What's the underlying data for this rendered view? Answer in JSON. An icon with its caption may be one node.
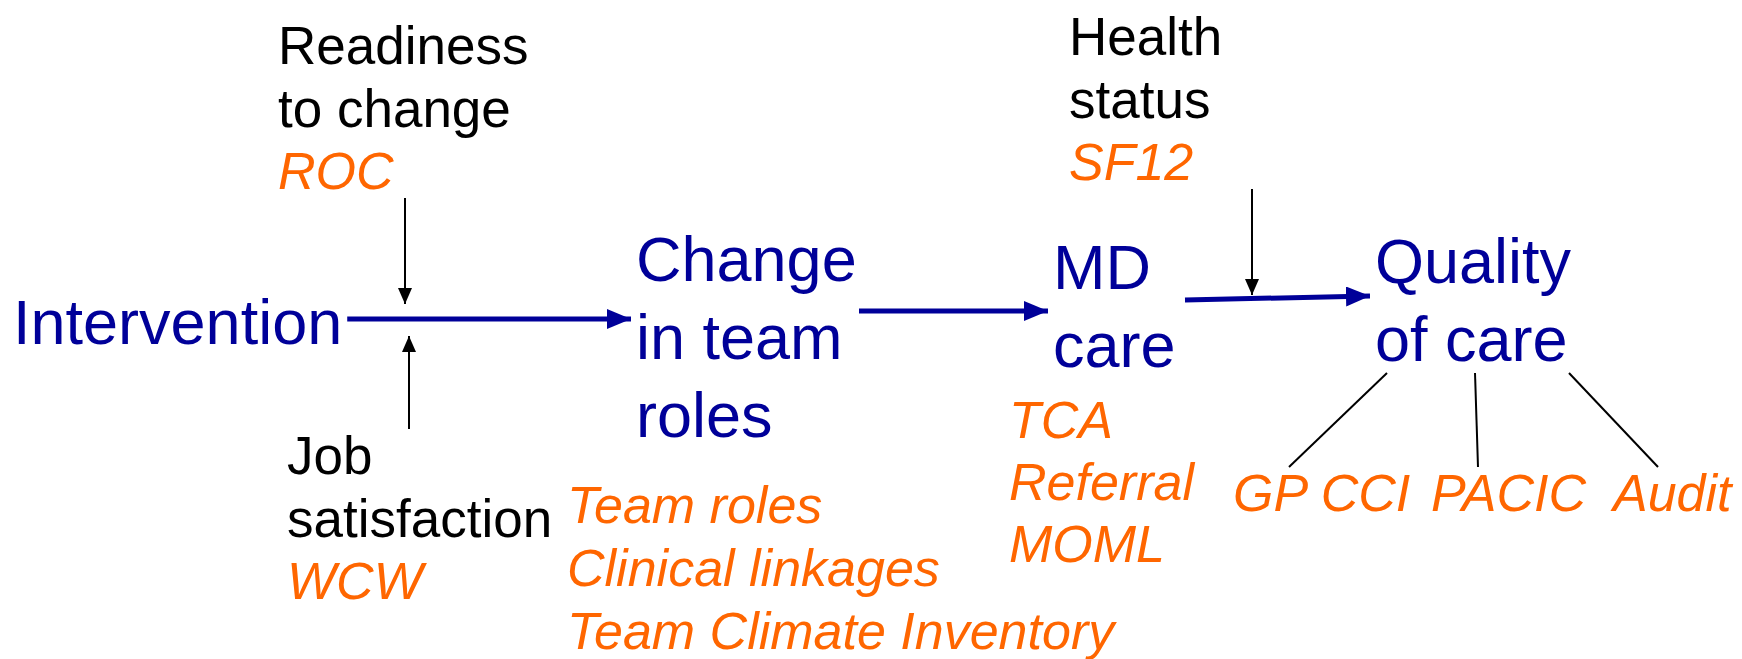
{
  "diagram": {
    "nodes": [
      {
        "text": [
          "Readiness to change",
          "ROC"
        ]
      },
      {
        "text": [
          "Intervention"
        ]
      },
      {
        "text": [
          "Change in team roles"
        ],
        "beside": [
          "Team roles",
          "Clinical linkages",
          "Team Climate Inventory"
        ]
      },
      {
        "text": [
          "MD care"
        ],
        "beside": [
          "TCA",
          "Referral",
          "MOML"
        ]
      },
      {
        "text": [
          "Job satisfaction",
          "WCW"
        ]
      },
      {
        "text": [
          "Health status",
          "SF12"
        ]
      },
      {
        "text": [
          "Quality of care"
        ]
      },
      {
        "text": [
          "GP CCI"
        ]
      },
      {
        "text": [
          "PACIC"
        ]
      },
      {
        "text": [
          "Audit"
        ]
      }
    ],
    "edges": [
      {
        "from": 0,
        "to": null,
        "arrow": "to"
      },
      {
        "from": 4,
        "to": null,
        "arrow": "to"
      },
      {
        "from": 5,
        "to": null,
        "arrow": "to"
      },
      {
        "from": 1,
        "to": 2,
        "arrow": "to",
        "style": "thick",
        "color": "#000099"
      },
      {
        "from": 2,
        "to": 3,
        "arrow": "to",
        "style": "thick",
        "color": "#000099"
      },
      {
        "from": 3,
        "to": 6,
        "arrow": "to",
        "style": "thick",
        "color": "#000099"
      },
      {
        "from": 6,
        "to": 7,
        "arrow": "none"
      },
      {
        "from": 6,
        "to": 8,
        "arrow": "none"
      },
      {
        "from": 6,
        "to": 9,
        "arrow": "none"
      }
    ]
  }
}
